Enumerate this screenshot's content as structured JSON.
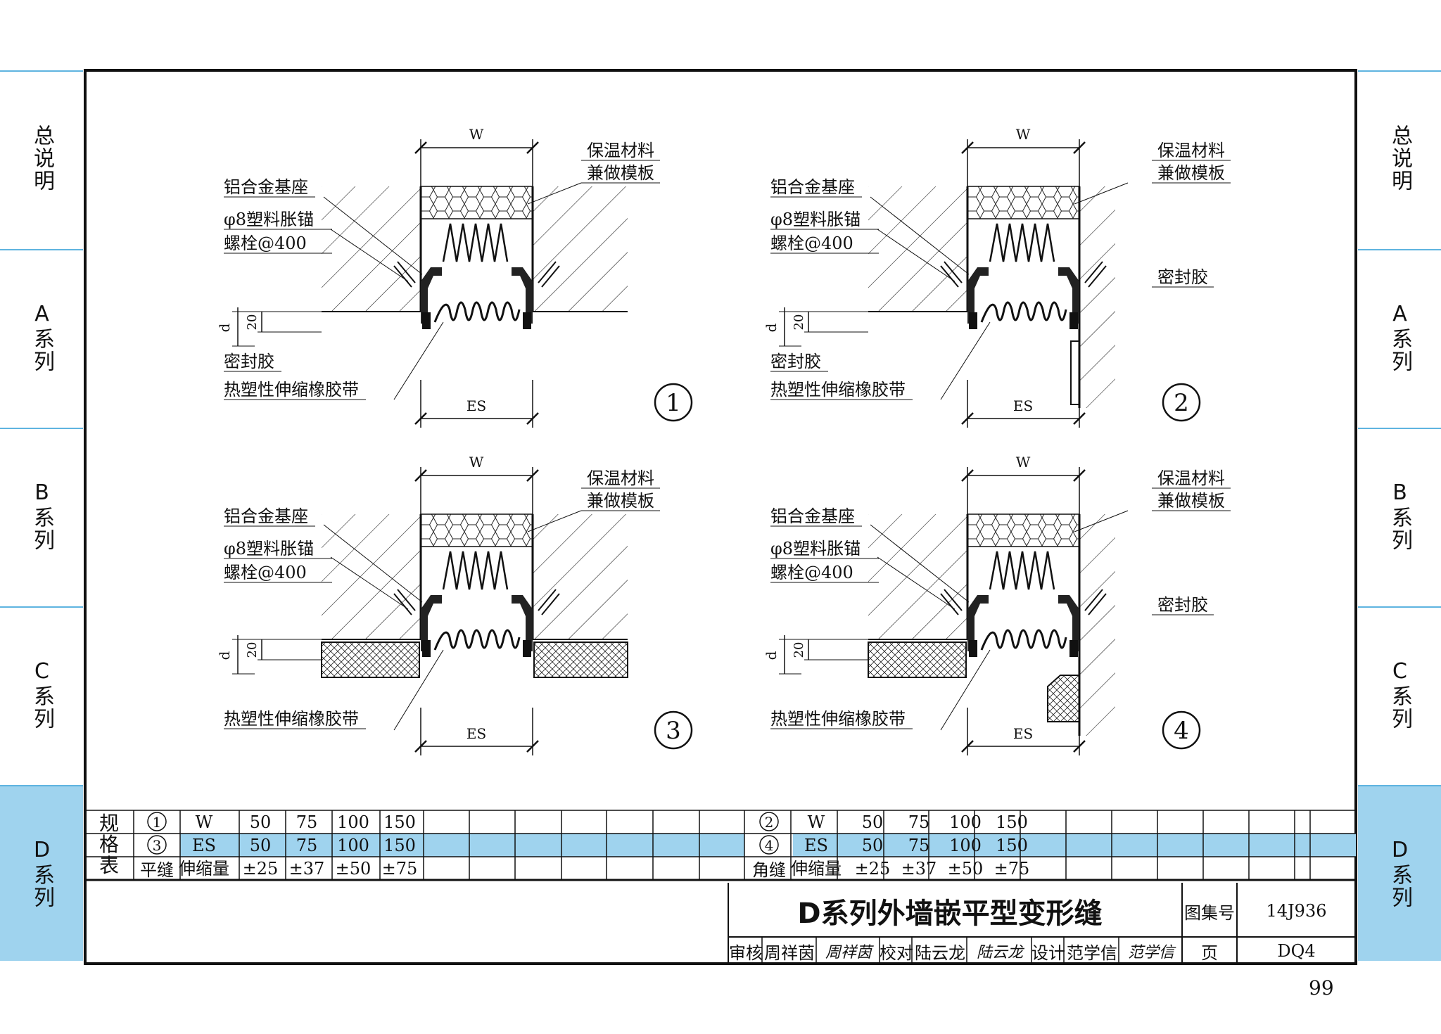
{
  "side_tabs": [
    {
      "label": "总说明",
      "active": false
    },
    {
      "label": "A系列",
      "active": false
    },
    {
      "label": "B系列",
      "active": false
    },
    {
      "label": "C系列",
      "active": false
    },
    {
      "label": "D系列",
      "active": true
    }
  ],
  "details": [
    {
      "number": "1",
      "dim_top": "W",
      "dim_bottom": "ES",
      "dim_d": "d",
      "dim_20": "20",
      "labels_left": [
        "铝合金基座",
        "φ8塑料胀锚",
        "螺栓@400",
        "密封胶",
        "热塑性伸缩橡胶带"
      ],
      "labels_right": [
        "保温材料",
        "兼做模板"
      ]
    },
    {
      "number": "2",
      "dim_top": "W",
      "dim_bottom": "ES",
      "dim_d": "d",
      "dim_20": "20",
      "labels_left": [
        "铝合金基座",
        "φ8塑料胀锚",
        "螺栓@400",
        "密封胶",
        "热塑性伸缩橡胶带"
      ],
      "labels_right": [
        "保温材料",
        "兼做模板",
        "密封胶"
      ]
    },
    {
      "number": "3",
      "dim_top": "W",
      "dim_bottom": "ES",
      "dim_d": "d",
      "dim_20": "20",
      "labels_left": [
        "铝合金基座",
        "φ8塑料胀锚",
        "螺栓@400",
        "热塑性伸缩橡胶带"
      ],
      "labels_right": [
        "保温材料",
        "兼做模板"
      ]
    },
    {
      "number": "4",
      "dim_top": "W",
      "dim_bottom": "ES",
      "dim_d": "d",
      "dim_20": "20",
      "labels_left": [
        "铝合金基座",
        "φ8塑料胀锚",
        "螺栓@400",
        "热塑性伸缩橡胶带"
      ],
      "labels_right": [
        "保温材料",
        "兼做模板",
        "密封胶"
      ]
    }
  ],
  "spec_table": {
    "title": "规格表",
    "left": {
      "refs": [
        "1",
        "3"
      ],
      "type": "平缝",
      "rows": [
        {
          "label": "W",
          "values": [
            "50",
            "75",
            "100",
            "150"
          ],
          "highlight": false
        },
        {
          "label": "ES",
          "values": [
            "50",
            "75",
            "100",
            "150"
          ],
          "highlight": true
        },
        {
          "label": "伸缩量",
          "values": [
            "±25",
            "±37",
            "±50",
            "±75"
          ],
          "highlight": false
        }
      ]
    },
    "right": {
      "refs": [
        "2",
        "4"
      ],
      "type": "角缝",
      "rows": [
        {
          "label": "W",
          "values": [
            "50",
            "75",
            "100",
            "150"
          ],
          "highlight": false
        },
        {
          "label": "ES",
          "values": [
            "50",
            "75",
            "100",
            "150"
          ],
          "highlight": true
        },
        {
          "label": "伸缩量",
          "values": [
            "±25",
            "±37",
            "±50",
            "±75"
          ],
          "highlight": false
        }
      ]
    }
  },
  "title_block": {
    "drawing_title": "D系列外墙嵌平型变形缝",
    "atlas_label": "图集号",
    "atlas_number": "14J936",
    "review_label": "审核",
    "reviewer": "周祥茵",
    "reviewer_sign": "周祥茵",
    "check_label": "校对",
    "checker": "陆云龙",
    "checker_sign": "陆云龙",
    "design_label": "设计",
    "designer": "范学信",
    "designer_sign": "范学信",
    "page_label": "页",
    "page_code": "DQ4"
  },
  "page_number": "99",
  "colors": {
    "tab_active": "#9fd3ee",
    "tab_line": "#5fb4e0",
    "line": "#111111"
  }
}
